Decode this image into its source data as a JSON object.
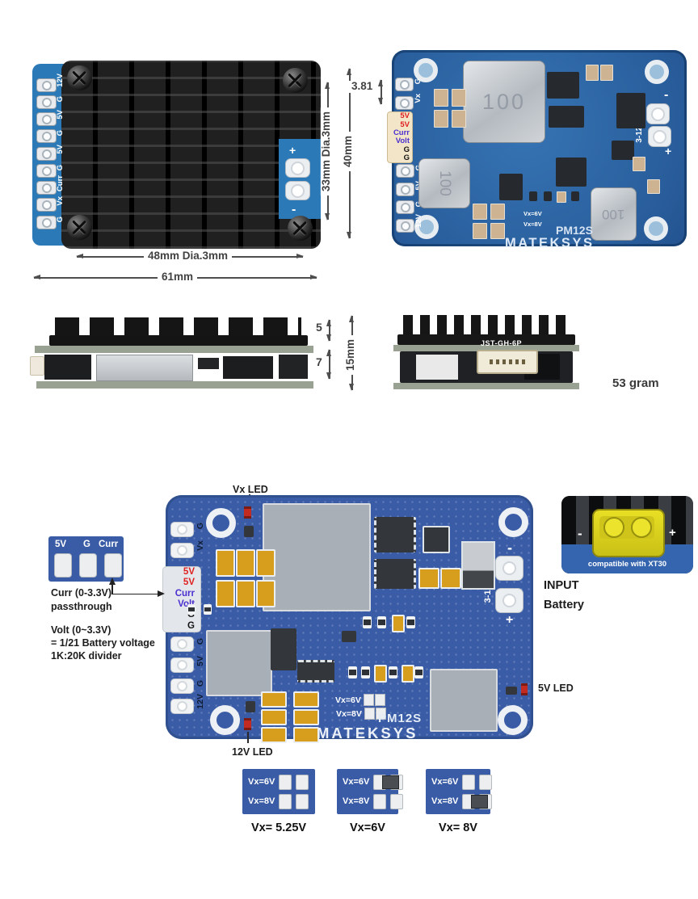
{
  "colors": {
    "pcb_photo_blue": "#2d66a4",
    "pcb_diagram_blue": "#3a5ca6",
    "heatsink_black": "#0a0a0a",
    "gold_cap": "#d79d1c",
    "label_red": "#e01f1f",
    "label_purple": "#4b2fd0",
    "xt30_yellow": "#e0d722"
  },
  "top_left": {
    "pins": [
      "12V",
      "G",
      "5V",
      "G",
      "5V",
      "G",
      "Curr",
      "Vx",
      "G"
    ],
    "plus": "+",
    "minus": "-",
    "dim_pitch": "3.81",
    "dim_inner_v": "33mm Dia.3mm",
    "dim_outer_v": "40mm",
    "dim_inner_h": "48mm Dia.3mm",
    "dim_outer_h": "61mm"
  },
  "top_right": {
    "pins_upper": [
      "G",
      "Vx"
    ],
    "connector": [
      "5V",
      "5V",
      "Curr",
      "Volt",
      "G",
      "G"
    ],
    "pins_lower": [
      "G",
      "5V",
      "G",
      "12V"
    ],
    "minus": "-",
    "plus": "+",
    "rating": "3-12S",
    "inductor": "100",
    "jumper1": "Vx=6V",
    "jumper2": "Vx=8V",
    "model": "PM12S",
    "brand": "MATEKSYS"
  },
  "side": {
    "dim_top": "5",
    "dim_bottom": "7",
    "dim_total": "15mm",
    "connector": "JST-GH-6P",
    "weight": "53 gram"
  },
  "bottom": {
    "vx_led": "Vx LED",
    "led_12v": "12V LED",
    "led_5v": "5V LED",
    "breakout_pins": [
      "5V",
      "G",
      "Curr"
    ],
    "curr_note": [
      "Curr (0-3.3V)",
      "passthrough"
    ],
    "volt_note": [
      "Volt (0~3.3V)",
      "= 1/21 Battery voltage",
      "1K:20K divider"
    ],
    "board": {
      "pins_upper": [
        "G",
        "Vx"
      ],
      "connector": [
        "5V",
        "5V",
        "Curr",
        "Volt",
        "G",
        "G"
      ],
      "pins_lower": [
        "G",
        "5V",
        "G",
        "12V"
      ],
      "minus": "-",
      "plus": "+",
      "rating": "3-12S",
      "jumper1": "Vx=6V",
      "jumper2": "Vx=8V",
      "model": "PM12S",
      "brand": "MATEKSYS"
    },
    "xt30": {
      "minus": "-",
      "plus": "+",
      "caption": "compatible with XT30",
      "input": "INPUT",
      "battery": "Battery"
    },
    "options": [
      {
        "row1": "Vx=6V",
        "row2": "Vx=8V",
        "bridged": "none",
        "caption": "Vx= 5.25V"
      },
      {
        "row1": "Vx=6V",
        "row2": "Vx=8V",
        "bridged": "row1",
        "caption": "Vx=6V"
      },
      {
        "row1": "Vx=6V",
        "row2": "Vx=8V",
        "bridged": "row2",
        "caption": "Vx= 8V"
      }
    ]
  }
}
